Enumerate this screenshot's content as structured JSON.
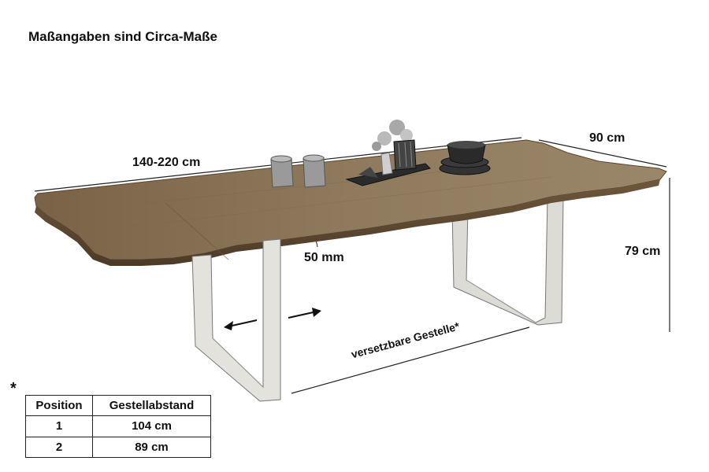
{
  "title": "Maßangaben sind Circa-Maße",
  "dimensions": {
    "length": "140-220 cm",
    "depth": "90 cm",
    "height": "79 cm",
    "thickness": "50 mm"
  },
  "legs_note": "versetzbare Gestelle*",
  "footnote_marker": "*",
  "table": {
    "headers": [
      "Position",
      "Gestellabstand"
    ],
    "rows": [
      [
        "1",
        "104 cm"
      ],
      [
        "2",
        "89 cm"
      ]
    ]
  },
  "colors": {
    "wood": "#8a7356",
    "metal": "#d9d7d1"
  }
}
